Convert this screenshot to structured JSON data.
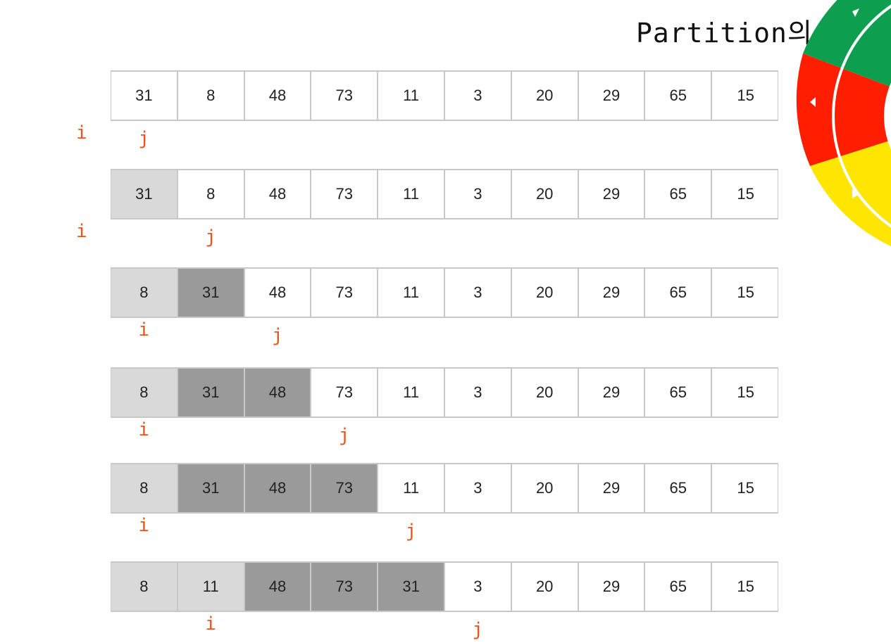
{
  "title": "Partition의",
  "rows": [
    {
      "cells": [
        {
          "value": "31",
          "shade": "none"
        },
        {
          "value": "8",
          "shade": "none"
        },
        {
          "value": "48",
          "shade": "none"
        },
        {
          "value": "73",
          "shade": "none"
        },
        {
          "value": "11",
          "shade": "none"
        },
        {
          "value": "3",
          "shade": "none"
        },
        {
          "value": "20",
          "shade": "none"
        },
        {
          "value": "29",
          "shade": "none"
        },
        {
          "value": "65",
          "shade": "none"
        },
        {
          "value": "15",
          "shade": "none"
        }
      ],
      "i_label": "i",
      "j_label": "j"
    },
    {
      "cells": [
        {
          "value": "31",
          "shade": "light"
        },
        {
          "value": "8",
          "shade": "none"
        },
        {
          "value": "48",
          "shade": "none"
        },
        {
          "value": "73",
          "shade": "none"
        },
        {
          "value": "11",
          "shade": "none"
        },
        {
          "value": "3",
          "shade": "none"
        },
        {
          "value": "20",
          "shade": "none"
        },
        {
          "value": "29",
          "shade": "none"
        },
        {
          "value": "65",
          "shade": "none"
        },
        {
          "value": "15",
          "shade": "none"
        }
      ],
      "i_label": "i",
      "j_label": "j"
    },
    {
      "cells": [
        {
          "value": "8",
          "shade": "light"
        },
        {
          "value": "31",
          "shade": "dark"
        },
        {
          "value": "48",
          "shade": "none"
        },
        {
          "value": "73",
          "shade": "none"
        },
        {
          "value": "11",
          "shade": "none"
        },
        {
          "value": "3",
          "shade": "none"
        },
        {
          "value": "20",
          "shade": "none"
        },
        {
          "value": "29",
          "shade": "none"
        },
        {
          "value": "65",
          "shade": "none"
        },
        {
          "value": "15",
          "shade": "none"
        }
      ],
      "i_label": "i",
      "j_label": "j"
    },
    {
      "cells": [
        {
          "value": "8",
          "shade": "light"
        },
        {
          "value": "31",
          "shade": "dark"
        },
        {
          "value": "48",
          "shade": "dark"
        },
        {
          "value": "73",
          "shade": "none"
        },
        {
          "value": "11",
          "shade": "none"
        },
        {
          "value": "3",
          "shade": "none"
        },
        {
          "value": "20",
          "shade": "none"
        },
        {
          "value": "29",
          "shade": "none"
        },
        {
          "value": "65",
          "shade": "none"
        },
        {
          "value": "15",
          "shade": "none"
        }
      ],
      "i_label": "i",
      "j_label": "j"
    },
    {
      "cells": [
        {
          "value": "8",
          "shade": "light"
        },
        {
          "value": "31",
          "shade": "dark"
        },
        {
          "value": "48",
          "shade": "dark"
        },
        {
          "value": "73",
          "shade": "dark"
        },
        {
          "value": "11",
          "shade": "none"
        },
        {
          "value": "3",
          "shade": "none"
        },
        {
          "value": "20",
          "shade": "none"
        },
        {
          "value": "29",
          "shade": "none"
        },
        {
          "value": "65",
          "shade": "none"
        },
        {
          "value": "15",
          "shade": "none"
        }
      ],
      "i_label": "i",
      "j_label": "j"
    },
    {
      "cells": [
        {
          "value": "8",
          "shade": "light"
        },
        {
          "value": "11",
          "shade": "light"
        },
        {
          "value": "48",
          "shade": "dark"
        },
        {
          "value": "73",
          "shade": "dark"
        },
        {
          "value": "31",
          "shade": "dark"
        },
        {
          "value": "3",
          "shade": "none"
        },
        {
          "value": "20",
          "shade": "none"
        },
        {
          "value": "29",
          "shade": "none"
        },
        {
          "value": "65",
          "shade": "none"
        },
        {
          "value": "15",
          "shade": "none"
        }
      ],
      "i_label": "i",
      "j_label": "j"
    }
  ],
  "colors": {
    "pointer": "#e8541c",
    "shade_light": "#d9d9d9",
    "shade_dark": "#9a9a9a",
    "wheel_green": "#0d9f4f",
    "wheel_red": "#ff1f00",
    "wheel_yellow": "#ffe600"
  }
}
